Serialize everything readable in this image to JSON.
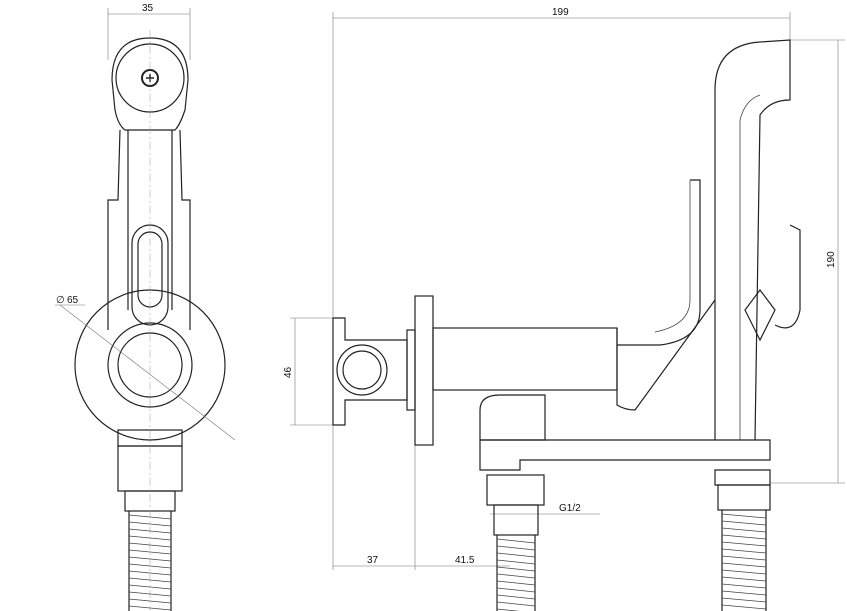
{
  "dimensions": {
    "spray_width": "35",
    "total_length": "199",
    "total_height": "190",
    "holder_height": "46",
    "flange_diameter": "65",
    "diameter_symbol": "∅",
    "thread": "G1/2",
    "holder_depth": "37",
    "flange_to_outlet": "41.5"
  }
}
